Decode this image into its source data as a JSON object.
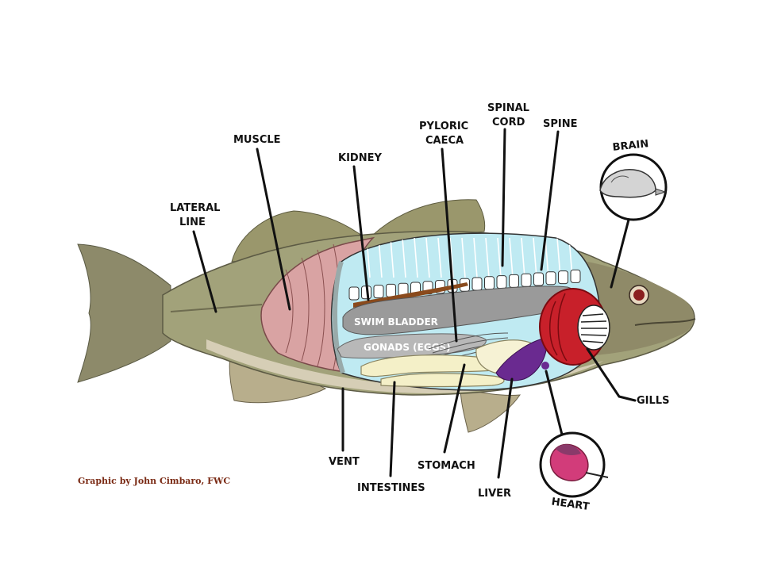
{
  "labels": {
    "muscle": "MUSCLE",
    "kidney": "KIDNEY",
    "pyloric_caeca_line1": "PYLORIC",
    "pyloric_caeca_line2": "CAECA",
    "spinal_cord_line1": "SPINAL",
    "spinal_cord_line2": "CORD",
    "spine": "SPINE",
    "brain": "BRAIN",
    "lateral_line_line1": "LATERAL",
    "lateral_line_line2": "LINE",
    "swim_bladder": "SWIM BLADDER",
    "gonads": "GONADS (EGGS)",
    "gills": "GILLS",
    "vent": "VENT",
    "intestines": "INTESTINES",
    "stomach": "STOMACH",
    "liver": "LIVER",
    "heart": "HEART"
  },
  "credit": "Graphic by John Cimbaro, FWC",
  "colors": {
    "body_cavity": "#bfeaf2",
    "muscle": "#d9a3a3",
    "swim_bladder": "#9a9a9a",
    "gonads": "#b8b8b8",
    "kidney": "#8a4a1c",
    "gills": "#c8202a",
    "liver": "#6a2a90",
    "heart": "#d23c7a",
    "intestines": "#f4f0c8",
    "credit": "#7a2a14"
  }
}
